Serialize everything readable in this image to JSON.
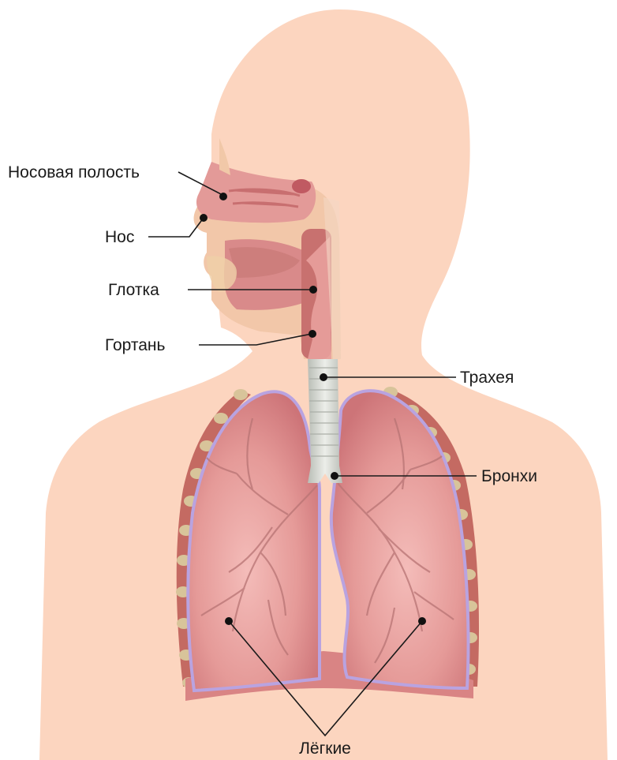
{
  "labels": {
    "nasal_cavity": "Носовая полость",
    "nose": "Нос",
    "pharynx": "Глотка",
    "larynx": "Гортань",
    "trachea": "Трахея",
    "bronchi": "Бронхи",
    "lungs": "Лёгкие"
  },
  "colors": {
    "skin": "#fcd5bf",
    "tissue": "#d98a8a",
    "tissue_dark": "#b85d63",
    "lung": "#e39393",
    "lung_light": "#f1b4b2",
    "pleura": "#b9a3e0",
    "rib": "#d8c49a",
    "trachea": "#d9ddd6"
  },
  "icons": [
    "respiratory-system-illustration"
  ]
}
